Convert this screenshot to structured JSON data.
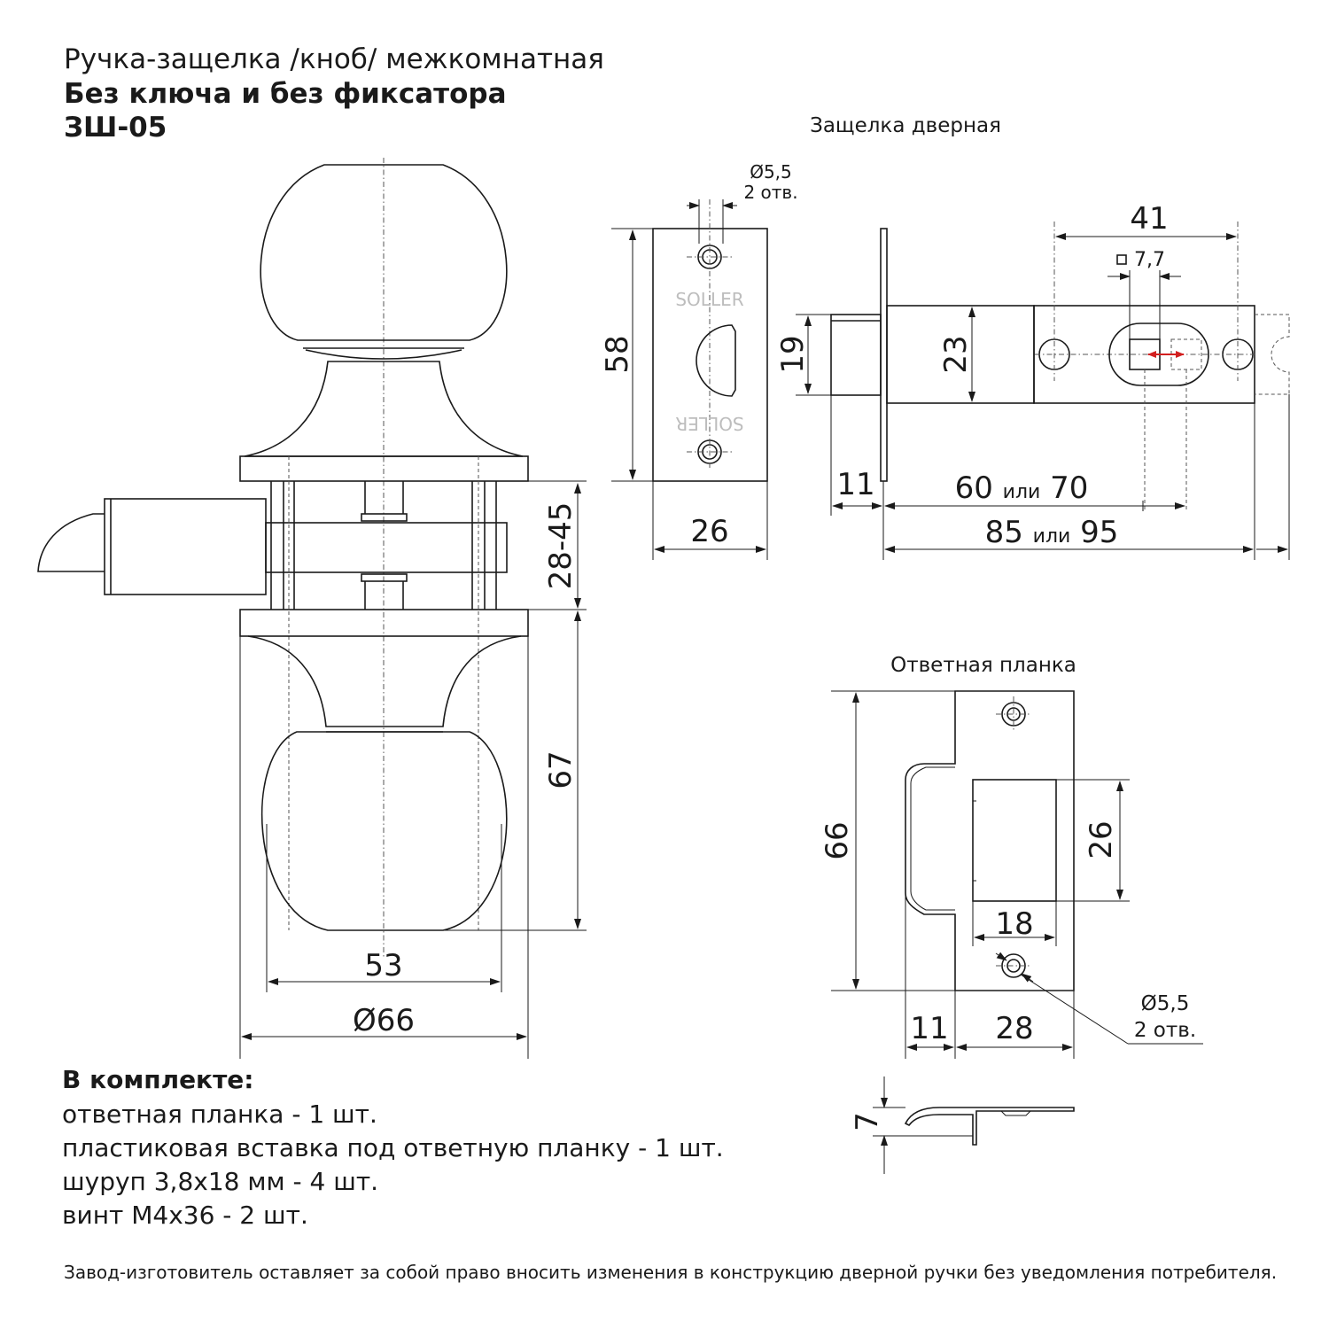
{
  "header": {
    "line1": "Ручка-защелка /кноб/ межкомнатная",
    "line2": "Без ключа и без фиксатора",
    "line3": "ЗШ-05"
  },
  "labels": {
    "latch": "Защелка дверная",
    "strike": "Ответная планка",
    "logo": "SOLLER"
  },
  "dims": {
    "hole_dia": "Ø5,5",
    "holes": "2 отв.",
    "face_height": "58",
    "face_width": "26",
    "d41": "41",
    "square": "7,7",
    "d19": "19",
    "d23": "23",
    "d11": "11",
    "backset_a": "60",
    "backset_b": "70",
    "length_a": "85",
    "length_b": "95",
    "or_word": "или",
    "door_thickness": "28-45",
    "knob_projection": "67",
    "knob_dia": "53",
    "rose_dia": "Ø66",
    "strike_height": "66",
    "strike_opening_h": "26",
    "strike_opening_w": "18",
    "strike_lip": "11",
    "strike_width": "28",
    "strike_depth": "7"
  },
  "kit": {
    "heading": "В комплекте:",
    "items": [
      "ответная планка - 1 шт.",
      "пластиковая вставка под ответную планку - 1 шт.",
      "шуруп 3,8х18 мм - 4 шт.",
      "винт М4х36 - 2 шт."
    ]
  },
  "footer": "Завод-изготовитель оставляет за собой право вносить изменения в конструкцию дверной ручки без уведомления потребителя.",
  "colors": {
    "line": "#1a1a1a",
    "arrow_red": "#d21f1f",
    "logo_gray": "#bdbdbd"
  }
}
